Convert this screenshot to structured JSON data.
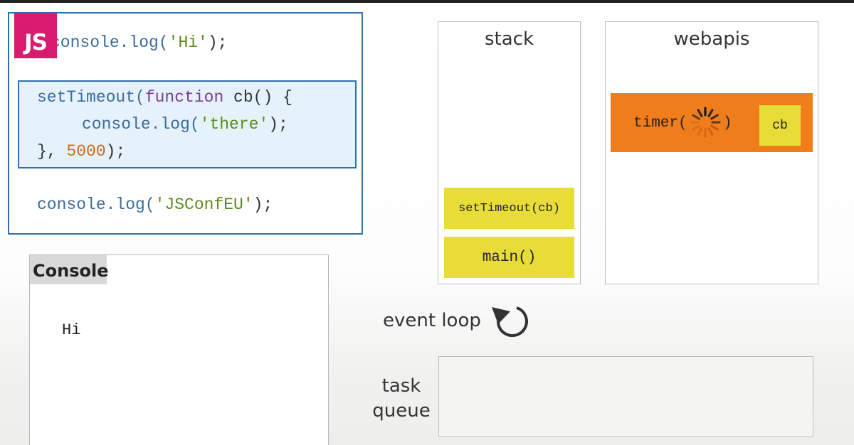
{
  "code": {
    "logo": "JS",
    "line1": {
      "fn": "console.log(",
      "str": "'Hi'",
      "end": ");"
    },
    "line2": {
      "fn": "setTimeout(",
      "kw": "function",
      "rest": " cb() {"
    },
    "line3": {
      "fn": "console.log(",
      "str": "'there'",
      "end": ");"
    },
    "line4": {
      "start": "}, ",
      "num": "5000",
      "end": ");"
    },
    "line5": {
      "fn": "console.log(",
      "str": "'JSConfEU'",
      "end": ");"
    }
  },
  "console": {
    "title": "Console",
    "output": [
      "Hi"
    ]
  },
  "stack": {
    "title": "stack",
    "frames": [
      "setTimeout(cb)",
      "main()"
    ]
  },
  "webapis": {
    "title": "webapis",
    "timer_label": "timer(",
    "timer_close": ")",
    "callback": "cb"
  },
  "event_loop": {
    "label": "event loop"
  },
  "task_queue": {
    "label_line1": "task",
    "label_line2": "queue"
  },
  "colors": {
    "frame": "#e8dc38",
    "timer": "#ef7d1c",
    "logo": "#d81b6e",
    "highlight_border": "#2f6fae"
  }
}
